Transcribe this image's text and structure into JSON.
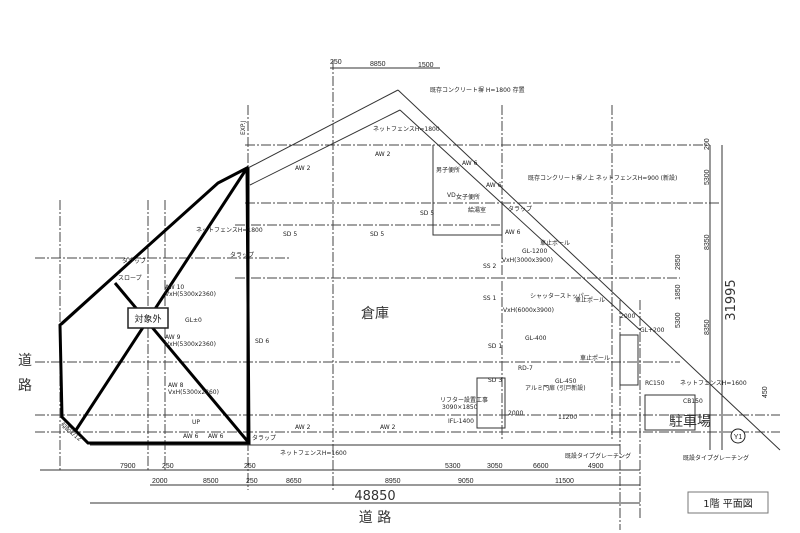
{
  "drawing": {
    "title": "1階 平面図",
    "main_room": "倉庫",
    "parking": "駐車場",
    "road_left": [
      "道",
      "路"
    ],
    "road_bottom": "道 路",
    "excluded_label": "対象外",
    "total_width": "48850",
    "total_depth": "31995",
    "grid_mark": "Y1",
    "exp_joint": "EXP.J"
  },
  "top_dims": [
    "250",
    "8850",
    "1500"
  ],
  "bottom_dims_row1": [
    "7900",
    "250",
    "250",
    "5300",
    "3050",
    "6600",
    "4900"
  ],
  "bottom_dims_row2": [
    "2000",
    "8500",
    "250",
    "8650",
    "8950",
    "9050",
    "11500"
  ],
  "right_dims": [
    "200",
    "5300",
    "8350",
    "2850",
    "1850",
    "5300",
    "8350",
    "450"
  ],
  "labels": {
    "aw2a": "AW 2",
    "aw2b": "AW 2",
    "aw2c": "AW 2",
    "aw2d": "AW 2",
    "aw6a": "AW 6",
    "aw6b": "AW 6",
    "aw6c": "AW 6",
    "aw6d": "AW 6",
    "aw6e": "AW 6",
    "aw10": "AW 10",
    "aw10size": "VxH(5300x2360)",
    "aw9": "AW 9",
    "aw9size": "VxH(5300x2360)",
    "aw8": "AW 8",
    "aw8size": "VxH(5300x2360)",
    "gl0": "GL±0",
    "sd6": "SD 6",
    "sd5a": "SD 5",
    "sd5b": "SD 5",
    "sd5c": "SD 5",
    "sd1": "SD 1",
    "sd3": "SD 3",
    "ss2": "SS 2",
    "ss1": "SS 1",
    "gl1200": "GL-1200",
    "vxh3000": "VxH(3000x3900)",
    "vxh6000": "VxH(6000x3900)",
    "gl400": "GL-400",
    "gl200": "GL+200",
    "gl450": "GL-450",
    "rc150": "RC150",
    "cb150": "CB150",
    "fence1800a": "ネットフェンスH=1800",
    "fence1800b": "ネットフェンスH=1800",
    "fence1600a": "ネットフェンスH=1600",
    "fence1600b": "ネットフェンスH=1600",
    "fence900": "既存コンクリート塀ノ上 ネットフェンスH=900 (新設)",
    "concrete_wall": "既存コンクリート塀 H=1800 存置",
    "ifl": "IFL-1400",
    "lifter": "リフター設置工事",
    "lifter_size": "3090×1850",
    "w11200": "11200",
    "w2000a": "2000",
    "w2000b": "2000",
    "slope": "勾配1/12",
    "tarap1": "タラップ",
    "tarap2": "タラップ",
    "tarap3": "タラップ",
    "tarap4": "タラップ",
    "rd7": "RD-7",
    "alumi": "アルミ門扉 (引戸新設)",
    "bollard1": "車止ポール",
    "bollard2": "車止ポール",
    "bollard3": "車止ポール",
    "shutter": "シャッターストッパー",
    "grating1": "既設タイプグレーチング",
    "grating2": "既設タイプグレーチング",
    "vd": "VD",
    "up": "UP",
    "wc_men": "男子便所",
    "wc_women": "女子便所",
    "grade": "スロープ",
    "kyuto": "給湯室"
  }
}
